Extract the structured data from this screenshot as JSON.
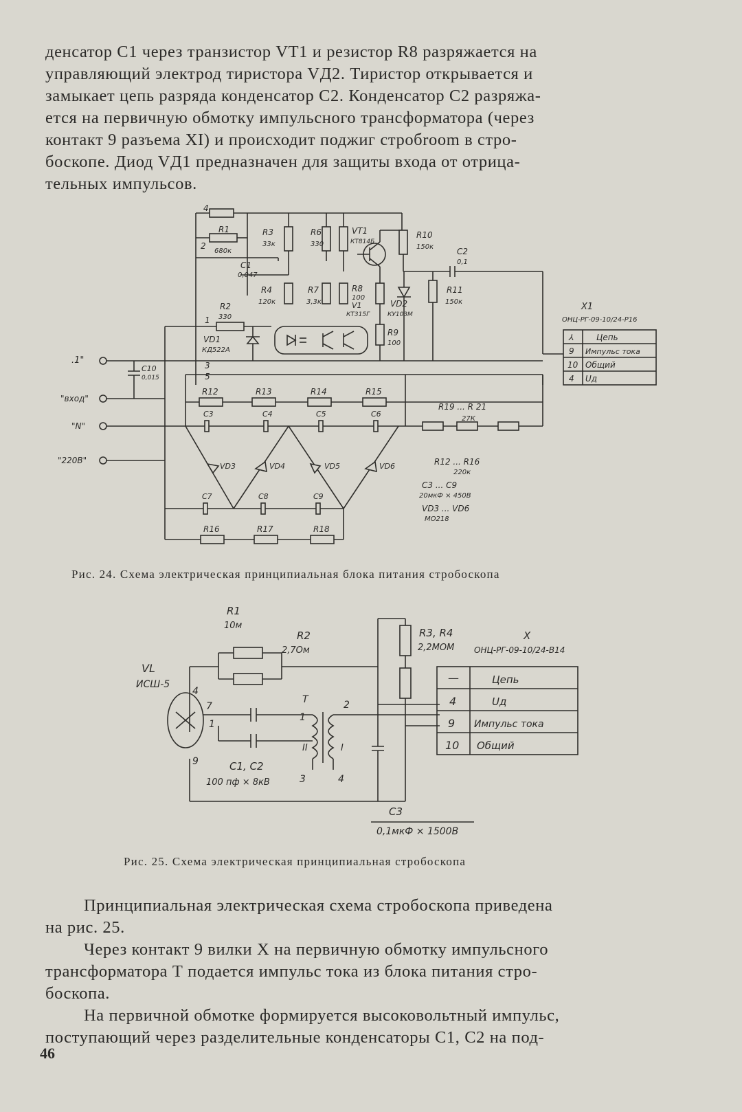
{
  "top_text": {
    "lines": [
      "денсатор С1 через транзистор VT1 и резистор R8 разряжается на",
      "управляющий электрод тиристора VД2. Тиристор открывается и",
      "замыкает цепь разряда конденсатор С2. Конденсатор С2 разряжа-",
      "ется на первичную обмотку импульсного трансформатора (через",
      "контакт 9 разъема XI) и происходит поджиг стробroom в стро-",
      "боскопе. Диод VД1 предназначен для защиты входа от отрица-",
      "тельных импульсов."
    ]
  },
  "fig24": {
    "caption": "Рис. 24. Схема электрическая принципиальная блока питания стробоскопа",
    "connector": {
      "ref": "X1",
      "type": "ОНЦ-РГ-09-10/24-Р16",
      "rows": [
        {
          "pin": "⅄",
          "name": "Цепь"
        },
        {
          "pin": "9",
          "name": "Импульс тока"
        },
        {
          "pin": "10",
          "name": "Общий"
        },
        {
          "pin": "4",
          "name": "Uд"
        }
      ]
    },
    "inputs": [
      ".1\"",
      "\"вход\"",
      "\"N\"",
      "\"220В\""
    ],
    "components": {
      "R1": "R1",
      "R1v": "680к",
      "R3": "R3",
      "R3v": "33к",
      "R6": "R6",
      "R6v": "330",
      "VT1": "VT1",
      "VT1v": "КТ814Б",
      "R10": "R10",
      "R10v": "150к",
      "C2": "C2",
      "C2v": "0,1",
      "C1": "C1",
      "C1v": "0,047",
      "R4": "R4",
      "R4v": "120к",
      "R7": "R7",
      "R7v": "3,3к",
      "R8": "R8",
      "R8v": "100",
      "V1": "V1",
      "V1v": "КТ315Г",
      "VD2": "VD2",
      "VD2v": "КУ103М",
      "R11": "R11",
      "R11v": "150к",
      "R2": "R2",
      "R2v": "330",
      "VD1": "VD1",
      "VD1v": "КД522А",
      "R9": "R9",
      "R9v": "100",
      "C10": "C10",
      "C10v": "0,015",
      "R12": "R12",
      "R13": "R13",
      "R14": "R14",
      "R15": "R15",
      "R19_21": "R19 ... R 21",
      "R19_21v": "27К",
      "C3": "C3",
      "C4": "C4",
      "C5": "C5",
      "C6": "C6",
      "VD3": "VD3",
      "VD4": "VD4",
      "VD5": "VD5",
      "VD6": "VD6",
      "C7": "C7",
      "C8": "C8",
      "C9": "C9",
      "R16": "R16",
      "R17": "R17",
      "R18": "R18",
      "n4": "4",
      "n2": "2",
      "n1": "1",
      "n3": "3",
      "n5": "5"
    },
    "legend": [
      "R12 ... R16",
      "220к",
      "C3 ... C9",
      "20мкФ × 450В",
      "VD3 ... VD6",
      "МО218"
    ]
  },
  "fig25": {
    "caption": "Рис. 25. Схема электрическая принципиальная стробоскопа",
    "components": {
      "R1": "R1",
      "R1v": "10м",
      "R2": "R2",
      "R2v": "2,7Ом",
      "R34": "R3, R4",
      "R34v": "2,2МОМ",
      "VL": "VL",
      "VLv": "ИСШ-5",
      "T": "T",
      "C12": "C1, C2",
      "C12v": "100 пф × 8кВ",
      "C3": "C3",
      "C3v": "0,1мкФ × 1500В",
      "p4": "4",
      "p7": "7",
      "p1": "1",
      "p9": "9",
      "w1": "1",
      "w2": "2",
      "w3": "3",
      "w4": "4",
      "wII": "II",
      "wI": "I"
    },
    "connector": {
      "ref": "X",
      "type": "ОНЦ-РГ-09-10/24-В14",
      "rows": [
        {
          "pin": "—",
          "name": "Цепь"
        },
        {
          "pin": "4",
          "name": "Uд"
        },
        {
          "pin": "9",
          "name": "Импульс тока"
        },
        {
          "pin": "10",
          "name": "Общий"
        }
      ]
    }
  },
  "bottom_text": {
    "p1": [
      "Принципиальная электрическая схема стробоскопа приведена",
      "на рис. 25."
    ],
    "p2": [
      "Через контакт 9 вилки X на первичную обмотку импульсного",
      "трансформатора Т подается импульс тока из блока питания стро-",
      "боскопа."
    ],
    "p3": [
      "На первичной обмотке формируется высоковольтный импульс,",
      "поступающий через разделительные конденсаторы С1, С2 на под-"
    ]
  },
  "page_number": "46"
}
